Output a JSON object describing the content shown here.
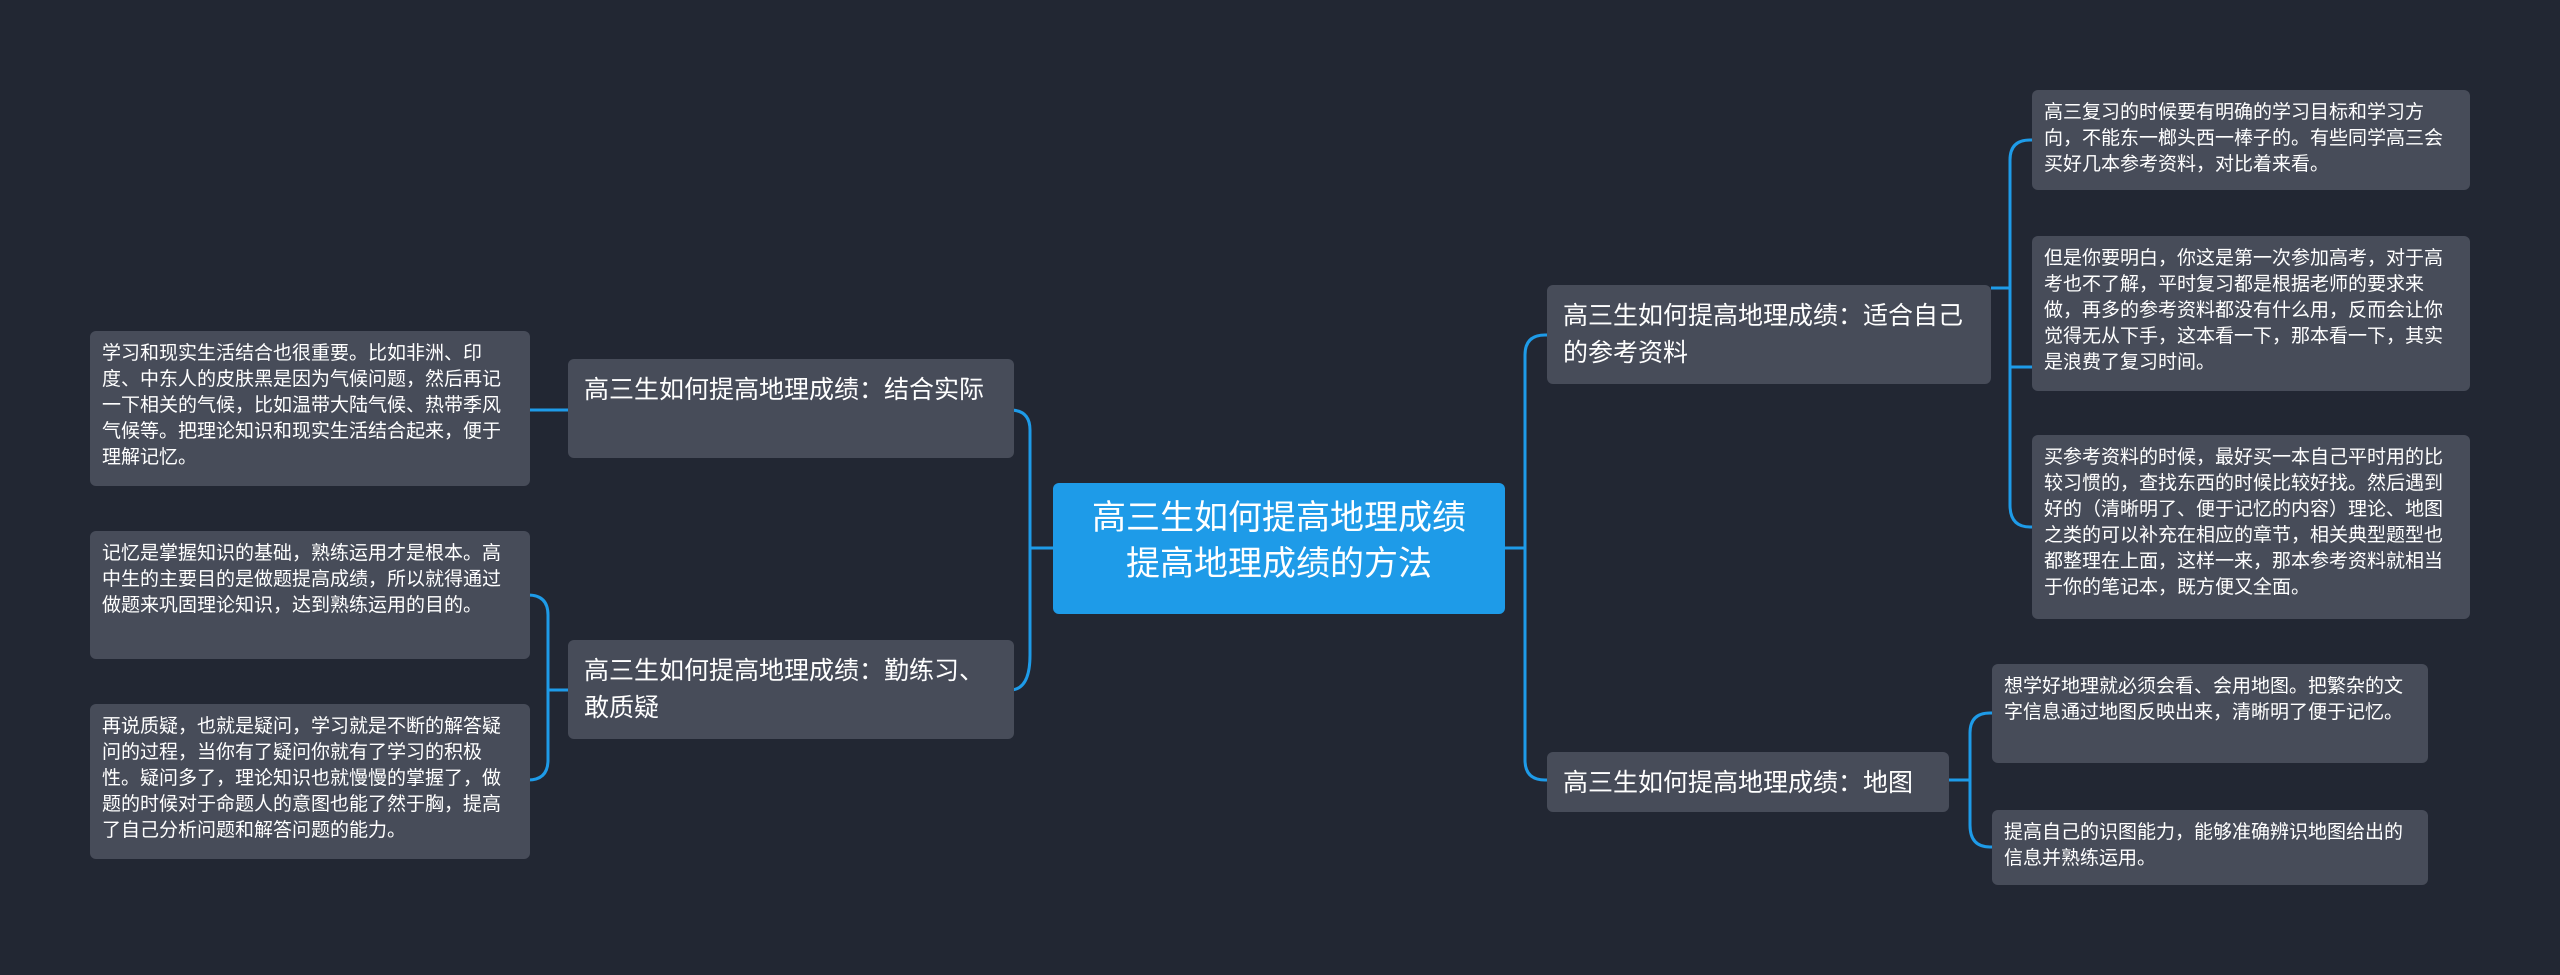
{
  "root": {
    "line1": "高三生如何提高地理成绩",
    "line2": "提高地理成绩的方法"
  },
  "branches": [
    {
      "label": "高三生如何提高地理成绩：结合实际",
      "children": [
        "学习和现实生活结合也很重要。比如非洲、印度、中东人的皮肤黑是因为气候问题，然后再记一下相关的气候，比如温带大陆气候、热带季风气候等。把理论知识和现实生活结合起来，便于理解记忆。"
      ]
    },
    {
      "label": "高三生如何提高地理成绩：勤练习、敢质疑",
      "children": [
        "记忆是掌握知识的基础，熟练运用才是根本。高中生的主要目的是做题提高成绩，所以就得通过做题来巩固理论知识，达到熟练运用的目的。",
        "再说质疑，也就是疑问，学习就是不断的解答疑问的过程，当你有了疑问你就有了学习的积极性。疑问多了，理论知识也就慢慢的掌握了，做题的时候对于命题人的意图也能了然于胸，提高了自己分析问题和解答问题的能力。"
      ]
    },
    {
      "label": "高三生如何提高地理成绩：适合自己的参考资料",
      "children": [
        "高三复习的时候要有明确的学习目标和学习方向，不能东一榔头西一棒子的。有些同学高三会买好几本参考资料，对比着来看。",
        "但是你要明白，你这是第一次参加高考，对于高考也不了解，平时复习都是根据老师的要求来做，再多的参考资料都没有什么用，反而会让你觉得无从下手，这本看一下，那本看一下，其实是浪费了复习时间。",
        "买参考资料的时候，最好买一本自己平时用的比较习惯的，查找东西的时候比较好找。然后遇到好的（清晰明了、便于记忆的内容）理论、地图之类的可以补充在相应的章节，相关典型题型也都整理在上面，这样一来，那本参考资料就相当于你的笔记本，既方便又全面。"
      ]
    },
    {
      "label": "高三生如何提高地理成绩：地图",
      "children": [
        "想学好地理就必须会看、会用地图。把繁杂的文字信息通过地图反映出来，清晰明了便于记忆。",
        "提高自己的识图能力，能够准确辨识地图给出的信息并熟练运用。"
      ]
    }
  ],
  "colors": {
    "background": "#222733",
    "node": "#474c59",
    "root": "#1e9be8",
    "link": "#1e9be8",
    "text": "#ffffff"
  }
}
